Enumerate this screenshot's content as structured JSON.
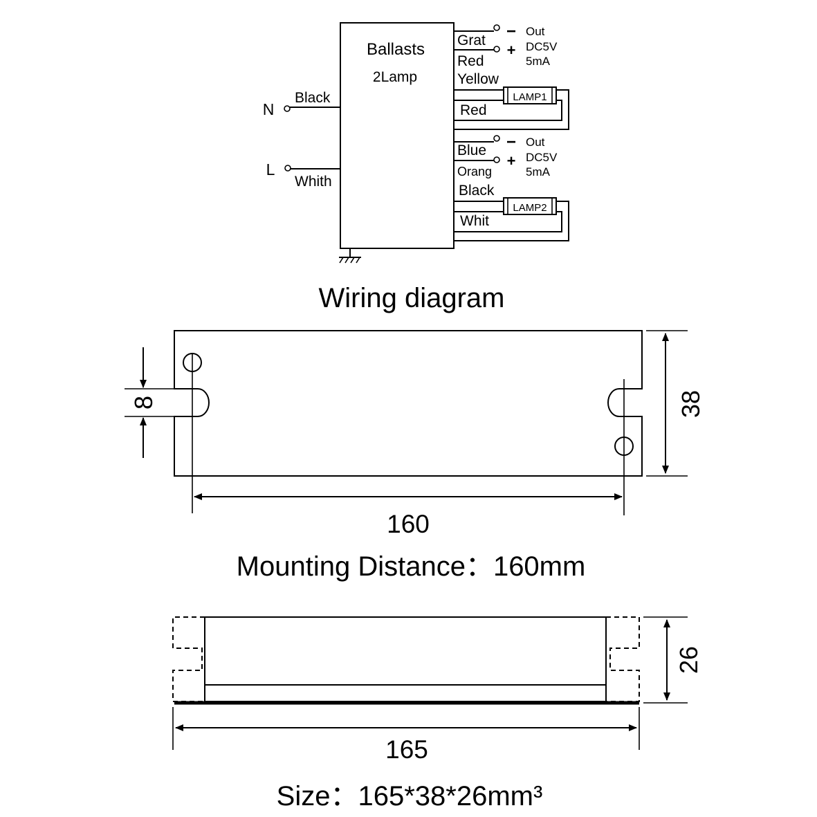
{
  "wiring": {
    "ballast_title": "Ballasts",
    "ballast_subtitle": "2Lamp",
    "neutral_label": "N",
    "live_label": "L",
    "neutral_wire": "Black",
    "live_wire": "Whith",
    "group1": {
      "out_minus_wire": "Grat",
      "out_plus_wire": "Red",
      "minus_sign": "−",
      "plus_sign": "+",
      "out_label": "Out",
      "voltage": "DC5V",
      "current": "5mA",
      "lamp_wire_top": "Yellow",
      "lamp_wire_bottom": "Red",
      "lamp_label": "LAMP1"
    },
    "group2": {
      "out_minus_wire": "Blue",
      "out_plus_wire": "Orang",
      "minus_sign": "−",
      "plus_sign": "+",
      "out_label": "Out",
      "voltage": "DC5V",
      "current": "5mA",
      "lamp_wire_top": "Black",
      "lamp_wire_bottom": "Whit",
      "lamp_label": "LAMP2"
    }
  },
  "captions": {
    "wiring": "Wiring diagram",
    "mounting": "Mounting  Distance：160mm",
    "size": "Size：165*38*26mm³"
  },
  "dimensions": {
    "slot": "8",
    "height": "38",
    "mounting_distance": "160",
    "depth": "26",
    "length": "165"
  }
}
